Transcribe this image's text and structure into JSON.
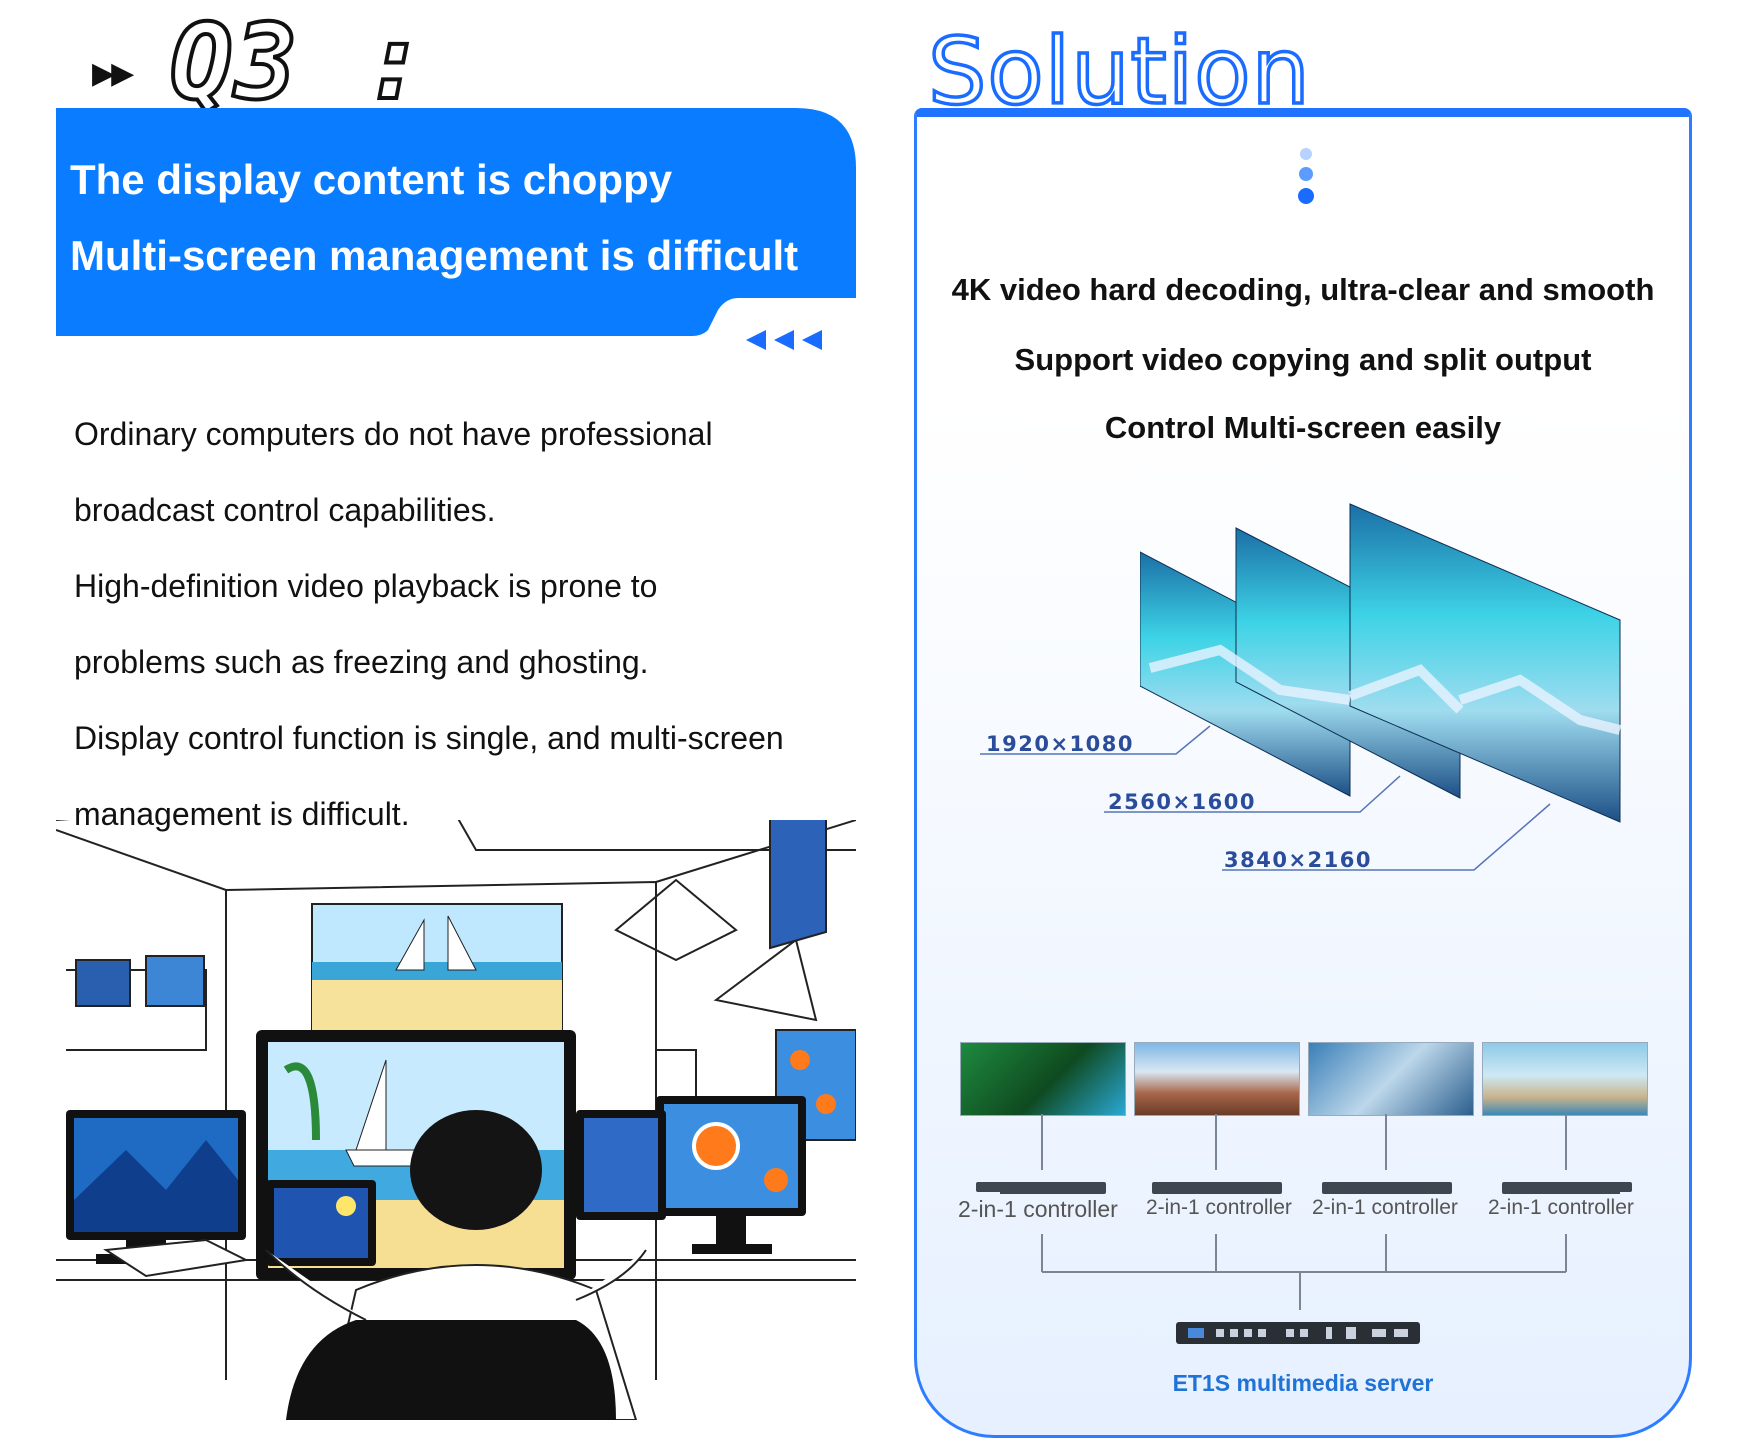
{
  "left": {
    "question_label": "Q3 :",
    "banner": {
      "line1": "The display content is choppy",
      "line2": "Multi-screen management is difficult"
    },
    "paragraph_lines": [
      "Ordinary computers do not have professional",
      "broadcast control capabilities.",
      "High-definition video playback is prone to",
      "problems such as freezing and ghosting.",
      "Display control function is single, and multi-screen",
      "management is difficult."
    ]
  },
  "right": {
    "title": "Solution",
    "features": [
      "4K video hard decoding, ultra-clear and smooth",
      "Support video copying and split output",
      "Control Multi-screen easily"
    ],
    "resolutions": [
      "1920×1080",
      "2560×1600",
      "3840×2160"
    ],
    "controllers": [
      "2-in-1 controller",
      "2-in-1 controller",
      "2-in-1 controller",
      "2-in-1 controller"
    ],
    "server_label": "ET1S multimedia server"
  },
  "colors": {
    "accent_blue": "#1a6bff",
    "banner_blue": "#0a7cff",
    "server_label_blue": "#1f73d6",
    "resolution_label": "#2a4c9a"
  },
  "icons": {
    "play_arrows": "double-right-triangle-icon",
    "back_arrows": "triple-left-triangle-icon",
    "progress_dots": "vertical-dots-icon"
  }
}
